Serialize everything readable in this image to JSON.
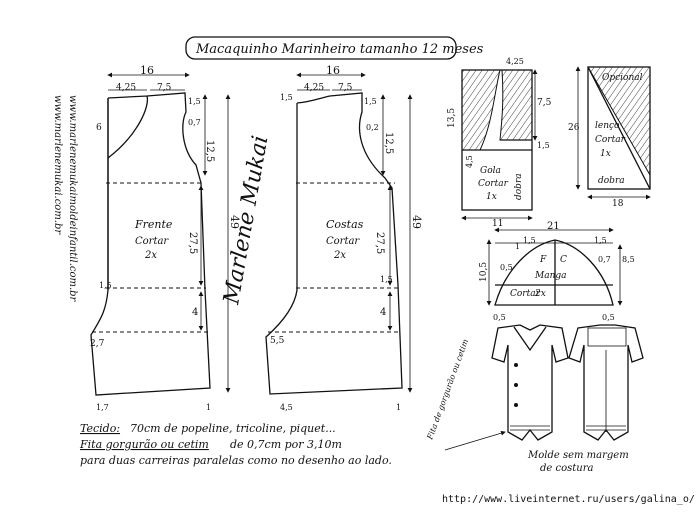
{
  "title": "Macaquinho Marinheiro tamanho 12 meses",
  "side_urls": [
    "www.marlenemukai.com.br",
    "www.marlenemukaimoldeinfantil.com.br"
  ],
  "signature": "Marlene Mukai",
  "front": {
    "label": "Frente",
    "cut": "Cortar",
    "qty": "2x",
    "dims": {
      "width": "16",
      "neck": "4,25",
      "shoulder": "7,5",
      "armhole_top": "1,5",
      "armhole_in": "0,7",
      "upper": "12,5",
      "neck_drop": "6",
      "total": "49",
      "body": "27,5",
      "side": "1,5",
      "leg": "4",
      "crotch": "2,7",
      "hem_l": "1,7",
      "hem_r": "1"
    }
  },
  "back": {
    "label": "Costas",
    "cut": "Cortar",
    "qty": "2x",
    "dims": {
      "width": "16",
      "neck": "4,25",
      "shoulder": "7,5",
      "neck_drop": "1,5",
      "armhole_top": "1,5",
      "armhole_in": "0,2",
      "upper": "12,5",
      "total": "49",
      "body": "27,5",
      "side": "1,5",
      "leg": "4",
      "crotch": "5,5",
      "hem_l": "4,5",
      "hem_r": "1"
    }
  },
  "collar": {
    "label": "Gola",
    "cut": "Cortar",
    "qty": "1x",
    "fold": "dobra",
    "dims": {
      "top": "4,25",
      "right": "7,5",
      "left": "13,5",
      "side": "1,5",
      "inner": "4,5",
      "bottom": "11"
    }
  },
  "scarf": {
    "optional": "Opcional",
    "label": "lenço",
    "cut": "Cortar",
    "qty": "1x",
    "fold": "dobra",
    "dims": {
      "height": "26",
      "width": "18"
    }
  },
  "sleeve": {
    "label": "Manga",
    "cut": "Cortar",
    "qty": "2x",
    "front_mark": "F",
    "back_mark": "C",
    "dims": {
      "width": "21",
      "cap_l": "1,5",
      "cap_r": "1,5",
      "cap_in_l": "0,5",
      "cap_in_r": "0,7",
      "height_l": "10,5",
      "height_r": "8,5",
      "marker_l": "1",
      "hem_l": "0,5",
      "hem_r": "0,5"
    }
  },
  "notes": {
    "line1_label": "Tecido:",
    "line1": "70cm de popeline, tricoline, piquet...",
    "line2_label": "Fita gorgurão ou cetim",
    "line2": "de 0,7cm por 3,10m",
    "line3": "para duas carreiras paralelas como no desenho ao lado.",
    "ribbon_note": "Fita de gorgurão ou cetim",
    "seam_note_1": "Molde sem margem",
    "seam_note_2": "de costura"
  },
  "footer_url": "http://www.liveinternet.ru/users/galina_o/"
}
